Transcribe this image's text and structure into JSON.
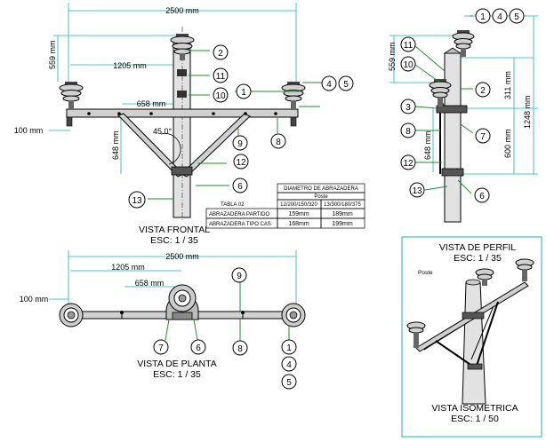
{
  "dimensions": {
    "width_2500": "2500 mm",
    "d559": "559 mm",
    "d1205": "1205 mm",
    "d658": "658 mm",
    "d100": "100 mm",
    "d648": "648 mm",
    "angle": "45.0°",
    "d311": "311 mm",
    "d600": "600 mm",
    "d1248": "1248 mm"
  },
  "titles": {
    "frontal": "VISTA FRONTAL",
    "frontal_scale": "ESC: 1 / 35",
    "planta": "VISTA DE PLANTA",
    "planta_scale": "ESC: 1 / 35",
    "perfil": "VISTA DE PERFIL",
    "perfil_scale": "ESC: 1 / 35",
    "isometrica": "VISTA ISOMETRICA",
    "isometrica_scale": "ESC: 1 / 50",
    "poste_label": "Poste"
  },
  "table": {
    "name": "TABLA 02",
    "header": "DIAMETRO DE ABRAZADERA",
    "subheader": "Poste",
    "columns": [
      "12/200/150/320",
      "13/300/180/375"
    ],
    "rows": [
      {
        "label": "ABRAZADERA PARTIDO",
        "values": [
          "159mm",
          "189mm"
        ]
      },
      {
        "label": "ABRAZADERA TIPO CAS",
        "values": [
          "168mm",
          "199mm"
        ]
      }
    ]
  },
  "callouts": {
    "n1": "1",
    "n2": "2",
    "n4": "4",
    "n5": "5",
    "n6": "6",
    "n7": "7",
    "n8": "8",
    "n9": "9",
    "n10": "10",
    "n11": "11",
    "n12": "12",
    "n13": "13",
    "n3": "3"
  },
  "colors": {
    "dimension_line": "#16b3c4",
    "leader_line": "#1e8f2a",
    "frame": "#16b3c4"
  }
}
